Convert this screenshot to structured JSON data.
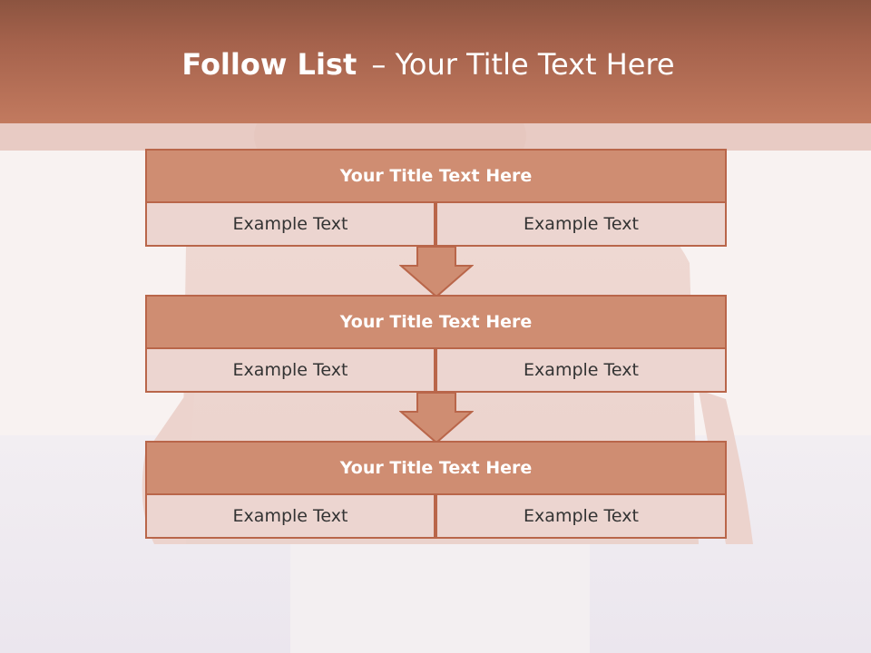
{
  "slide": {
    "title_bold": "Follow List",
    "title_rest": "– Your Title Text Here",
    "colors": {
      "header": "#c27a5f",
      "block_title": "#cf8d72",
      "block_cell": "#ecd5d0",
      "border": "#b9664a"
    }
  },
  "blocks": [
    {
      "title": "Your Title Text Here",
      "left": "Example Text",
      "right": "Example Text"
    },
    {
      "title": "Your Title Text Here",
      "left": "Example Text",
      "right": "Example Text"
    },
    {
      "title": "Your Title Text Here",
      "left": "Example Text",
      "right": "Example Text"
    }
  ],
  "arrows": [
    "down-arrow-icon",
    "down-arrow-icon"
  ]
}
